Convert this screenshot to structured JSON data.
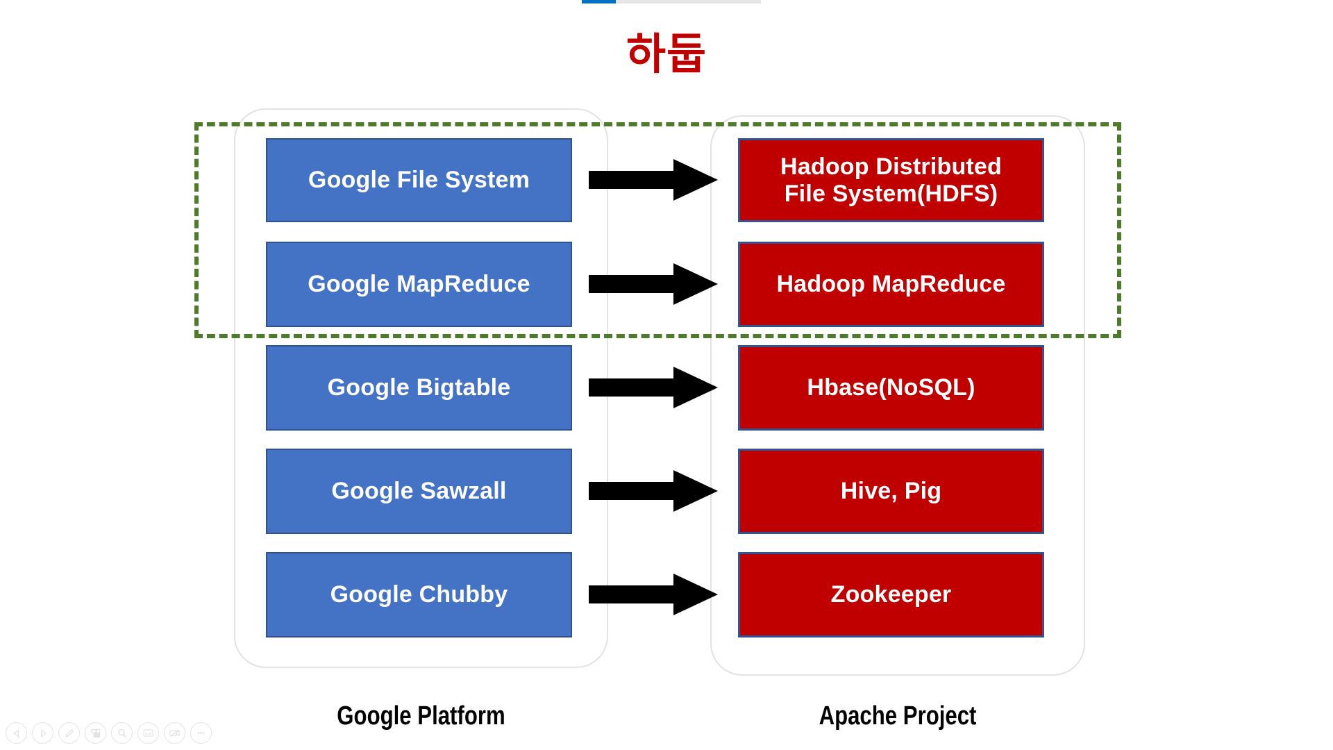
{
  "player": {
    "progress": {
      "percent": 19,
      "fill_color": "#0072c6",
      "track_color": "#e6e6e6"
    },
    "toolbar": [
      {
        "name": "previous-slide-icon",
        "label": "Previous"
      },
      {
        "name": "next-slide-icon",
        "label": "Next"
      },
      {
        "name": "pen-icon",
        "label": "Pen"
      },
      {
        "name": "slide-grid-icon",
        "label": "See all slides"
      },
      {
        "name": "zoom-icon",
        "label": "Zoom"
      },
      {
        "name": "captions-icon",
        "label": "Subtitles"
      },
      {
        "name": "camera-off-icon",
        "label": "Camera off"
      },
      {
        "name": "more-options-icon",
        "label": "More options"
      }
    ]
  },
  "slide": {
    "title": "하둡",
    "title_color": "#c00000",
    "highlight": {
      "name": "core-components-highlight",
      "color": "#4e7b2a",
      "style": "dashed"
    },
    "columns": [
      {
        "id": "google",
        "caption": "Google Platform",
        "accent": "#4472c4",
        "items": [
          {
            "label": "Google File System",
            "lines": [
              "Google File System"
            ]
          },
          {
            "label": "Google MapReduce",
            "lines": [
              "Google MapReduce"
            ]
          },
          {
            "label": "Google Bigtable",
            "lines": [
              "Google Bigtable"
            ]
          },
          {
            "label": "Google Sawzall",
            "lines": [
              "Google Sawzall"
            ]
          },
          {
            "label": "Google Chubby",
            "lines": [
              "Google Chubby"
            ]
          }
        ]
      },
      {
        "id": "apache",
        "caption": "Apache Project",
        "accent": "#c00000",
        "items": [
          {
            "label": "Hadoop Distributed File System(HDFS)",
            "lines": [
              "Hadoop Distributed",
              "File System(HDFS)"
            ]
          },
          {
            "label": "Hadoop MapReduce",
            "lines": [
              "Hadoop MapReduce"
            ]
          },
          {
            "label": "Hbase(NoSQL)",
            "lines": [
              "Hbase(NoSQL)"
            ]
          },
          {
            "label": "Hive, Pig",
            "lines": [
              "Hive, Pig"
            ]
          },
          {
            "label": "Zookeeper",
            "lines": [
              "Zookeeper"
            ]
          }
        ]
      }
    ],
    "mappings": [
      {
        "from": "Google File System",
        "to": "Hadoop Distributed File System(HDFS)"
      },
      {
        "from": "Google MapReduce",
        "to": "Hadoop MapReduce"
      },
      {
        "from": "Google Bigtable",
        "to": "Hbase(NoSQL)"
      },
      {
        "from": "Google Sawzall",
        "to": "Hive, Pig"
      },
      {
        "from": "Google Chubby",
        "to": "Zookeeper"
      }
    ]
  }
}
